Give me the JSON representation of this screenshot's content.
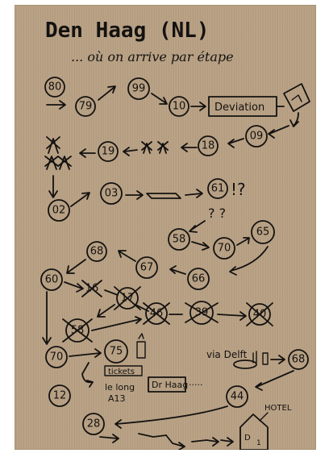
{
  "title": "Den Haag (NL)",
  "subtitle": "... où on arrive par étape",
  "route_numbers": {
    "n80": "80",
    "n79": "79",
    "n99": "99",
    "n10": "10",
    "n09": "09",
    "n18": "18",
    "n19": "19",
    "n02": "02",
    "n03": "03",
    "n61": "61",
    "n58": "58",
    "n70a": "70",
    "n65": "65",
    "n68a": "68",
    "n67": "67",
    "n66": "66",
    "n60": "60",
    "n16": "16",
    "n17": "17",
    "n58b": "58",
    "n46": "46",
    "n39": "39",
    "n40": "40",
    "n70b": "70",
    "n75": "75",
    "n68b": "68",
    "n12": "12",
    "n44": "44",
    "n28": "28"
  },
  "labels": {
    "deviation": "Deviation",
    "question_marks": "!?",
    "question_marks_2": "? ?",
    "tickets": "tickets",
    "le_long": "le long",
    "a13": "A13",
    "den_haag_sign": "Dr Haag",
    "dots": ".....",
    "via_delft": "via Delft",
    "hotel": "HOTEL",
    "hotel_sign": "D",
    "hotel_sign_sub": "1"
  }
}
